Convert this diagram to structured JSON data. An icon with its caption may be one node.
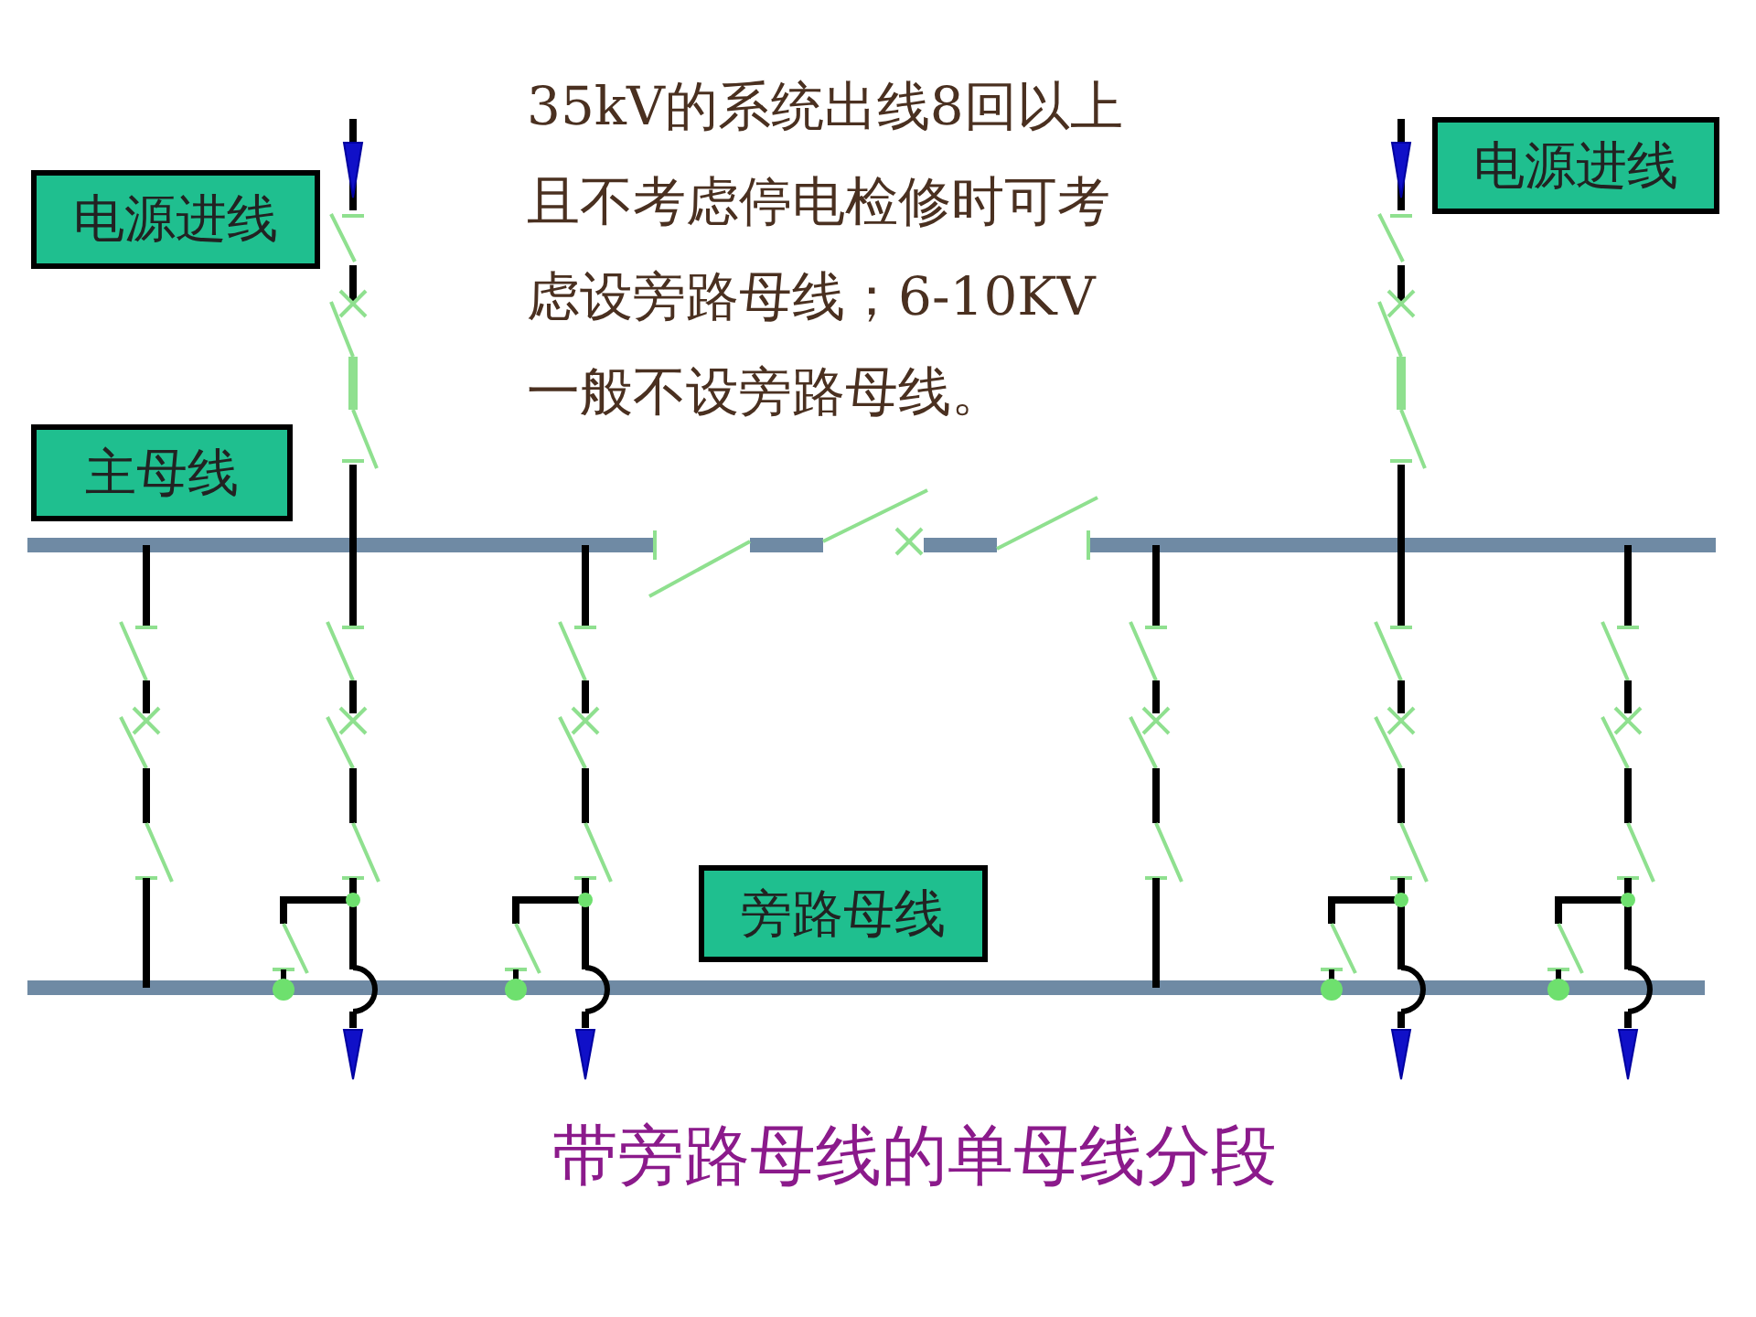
{
  "diagram": {
    "caption": "带旁路母线的单母线分段",
    "nodes": [
      {
        "text": [
          "电源进线"
        ]
      },
      {
        "text": [
          "电源进线"
        ]
      },
      {
        "text": [
          "主母线"
        ]
      },
      {
        "text": [
          "旁路母线"
        ]
      }
    ],
    "labels": [
      "35kV的系统出线8回以上且不考虑停电检修时可考虑设旁路母线；6-10KV一般不设旁路母线。"
    ]
  }
}
